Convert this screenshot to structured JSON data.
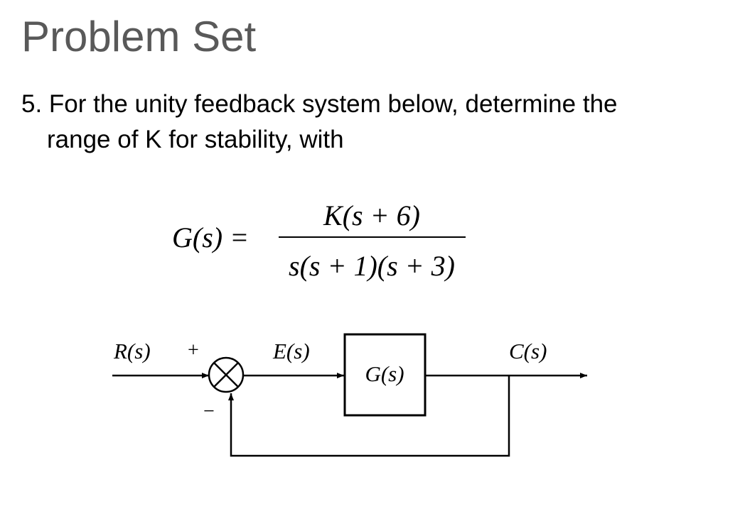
{
  "title": "Problem Set",
  "problem": {
    "line1": "5. For the unity feedback system below, determine the",
    "line2": "range of K for stability, with"
  },
  "equation": {
    "lhs": "G(s) =",
    "numerator": "K(s + 6)",
    "denominator": "s(s + 1)(s + 3)"
  },
  "diagram": {
    "input_label": "R(s)",
    "plus_sign": "+",
    "minus_sign": "−",
    "error_label": "E(s)",
    "block_label": "G(s)",
    "output_label": "C(s)"
  }
}
